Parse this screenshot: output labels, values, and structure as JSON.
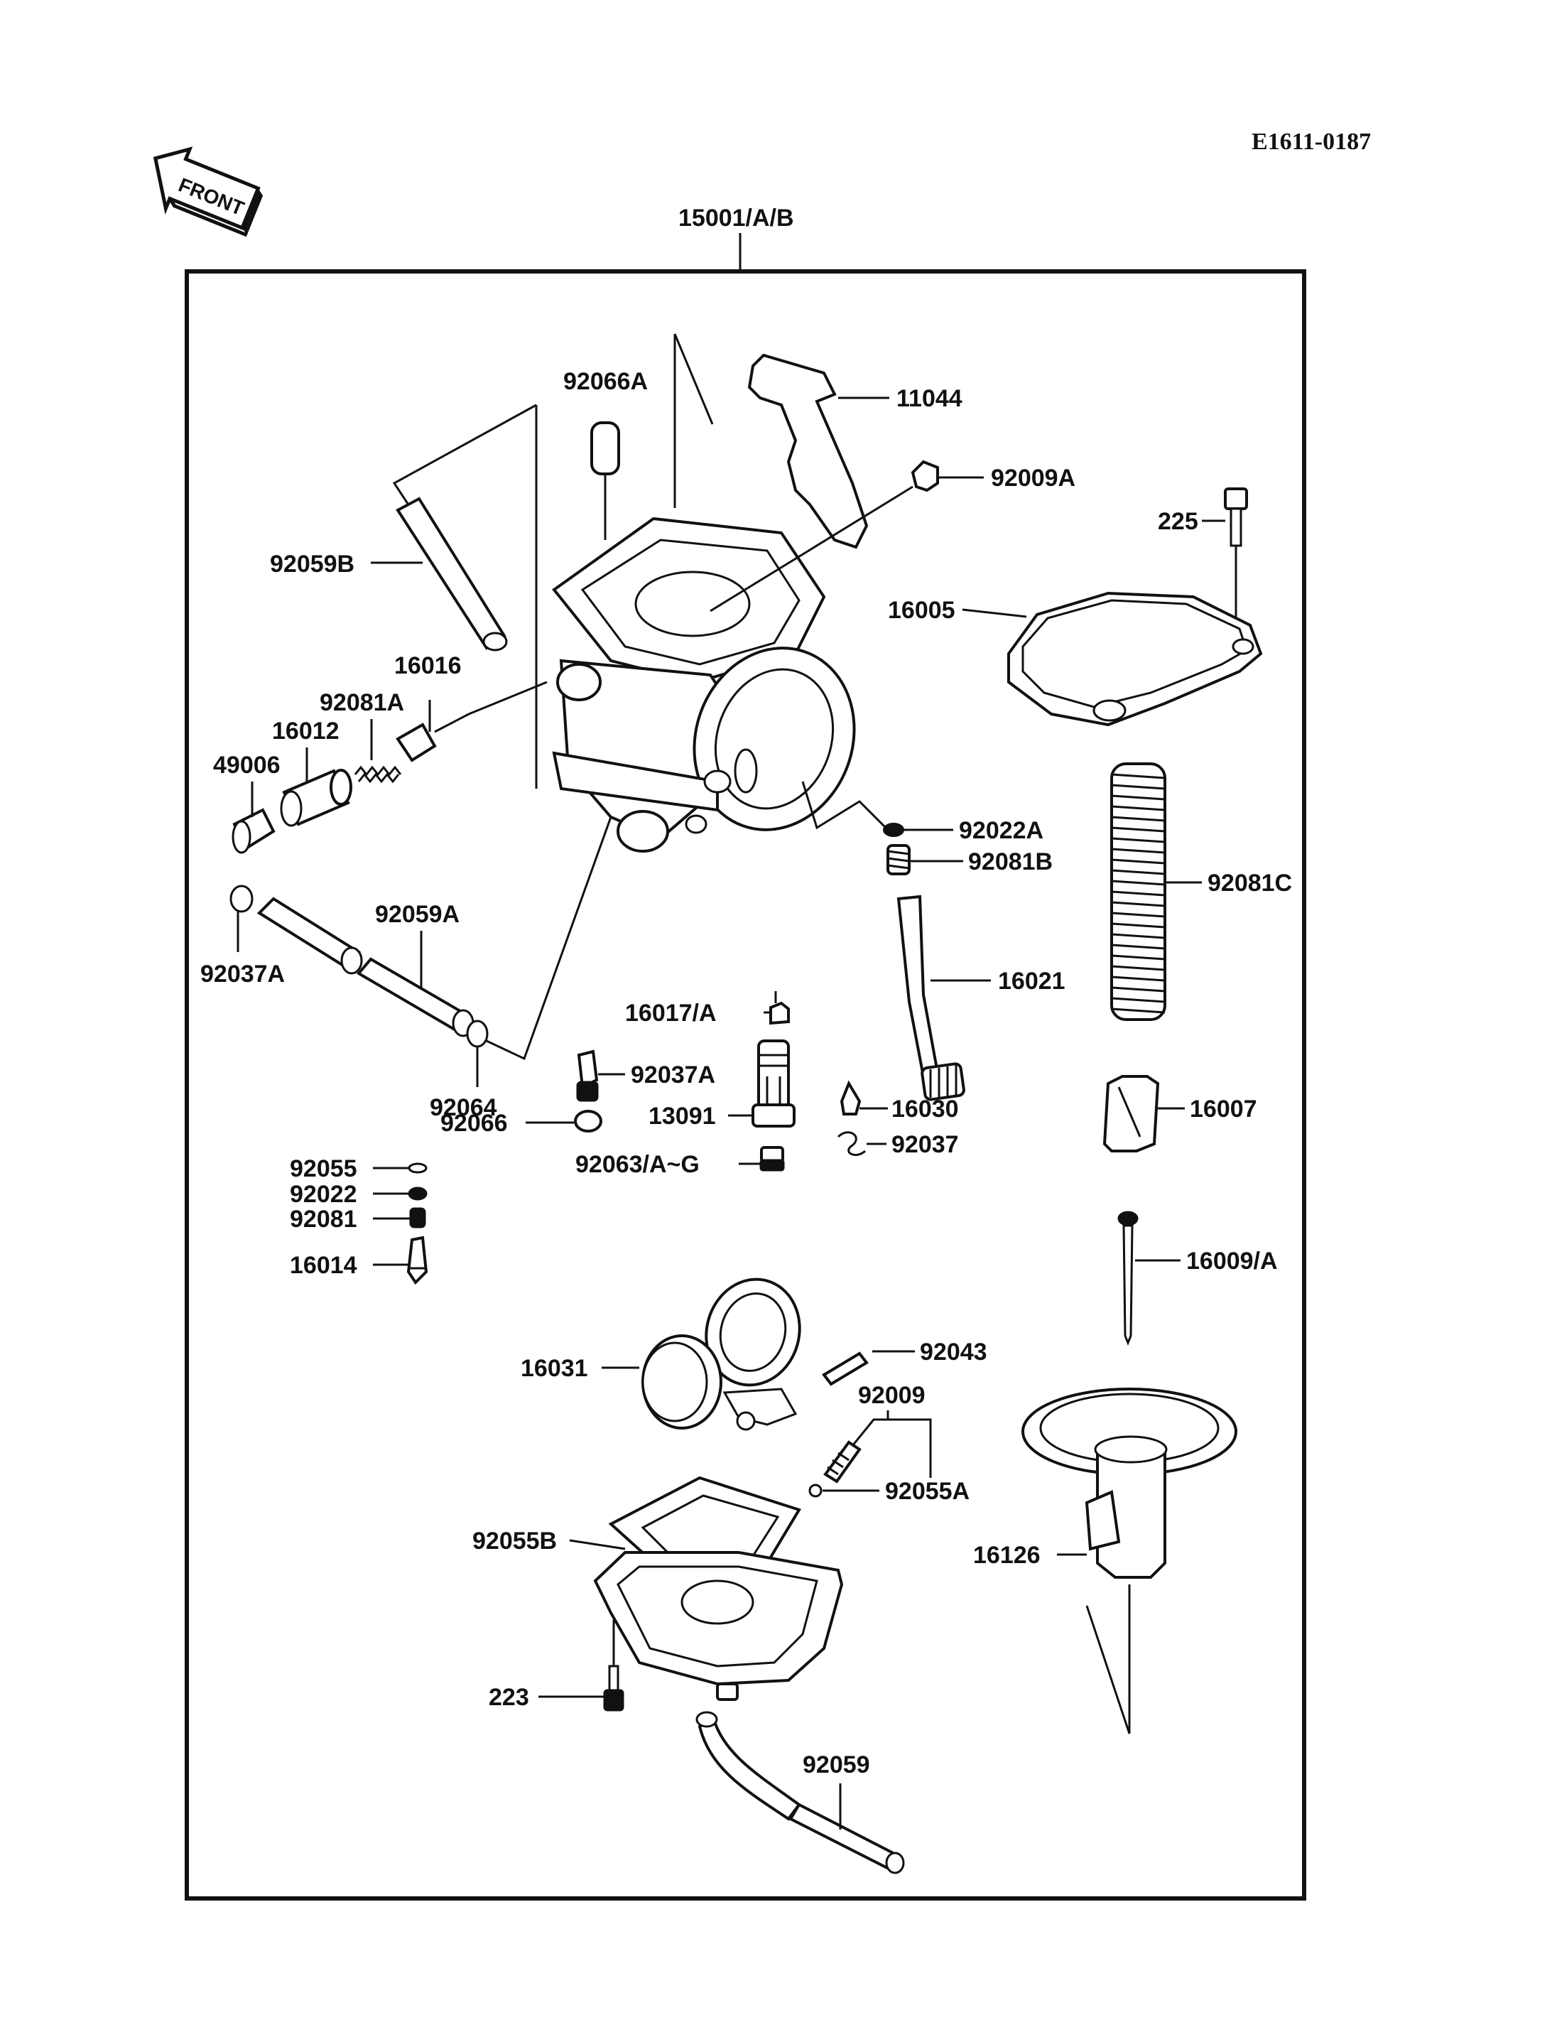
{
  "diagram_code": "E1611-0187",
  "front_arrow_label": "FRONT",
  "assembly_label": "15001/A/B",
  "parts": [
    {
      "id": "p92066A",
      "label": "92066A"
    },
    {
      "id": "p11044",
      "label": "11044"
    },
    {
      "id": "p92009A",
      "label": "92009A"
    },
    {
      "id": "p225",
      "label": "225"
    },
    {
      "id": "p92059B",
      "label": "92059B"
    },
    {
      "id": "p16005",
      "label": "16005"
    },
    {
      "id": "p16016",
      "label": "16016"
    },
    {
      "id": "p92081A",
      "label": "92081A"
    },
    {
      "id": "p16012",
      "label": "16012"
    },
    {
      "id": "p49006",
      "label": "49006"
    },
    {
      "id": "p92022A",
      "label": "92022A"
    },
    {
      "id": "p92081B",
      "label": "92081B"
    },
    {
      "id": "p92081C",
      "label": "92081C"
    },
    {
      "id": "p92059A",
      "label": "92059A"
    },
    {
      "id": "p92037A_1",
      "label": "92037A"
    },
    {
      "id": "p16021",
      "label": "16021"
    },
    {
      "id": "p16017A",
      "label": "16017/A"
    },
    {
      "id": "p92064",
      "label": "92064"
    },
    {
      "id": "p92037A_2",
      "label": "92037A"
    },
    {
      "id": "p13091",
      "label": "13091"
    },
    {
      "id": "p16030",
      "label": "16030"
    },
    {
      "id": "p16007",
      "label": "16007"
    },
    {
      "id": "p92066",
      "label": "92066"
    },
    {
      "id": "p92037",
      "label": "92037"
    },
    {
      "id": "p92063",
      "label": "92063/A~G"
    },
    {
      "id": "p92055",
      "label": "92055"
    },
    {
      "id": "p92022",
      "label": "92022"
    },
    {
      "id": "p92081",
      "label": "92081"
    },
    {
      "id": "p16014",
      "label": "16014"
    },
    {
      "id": "p16009A",
      "label": "16009/A"
    },
    {
      "id": "p16031",
      "label": "16031"
    },
    {
      "id": "p92043",
      "label": "92043"
    },
    {
      "id": "p92009",
      "label": "92009"
    },
    {
      "id": "p92055A",
      "label": "92055A"
    },
    {
      "id": "p92055B",
      "label": "92055B"
    },
    {
      "id": "p16126",
      "label": "16126"
    },
    {
      "id": "p223",
      "label": "223"
    },
    {
      "id": "p92059",
      "label": "92059"
    }
  ]
}
